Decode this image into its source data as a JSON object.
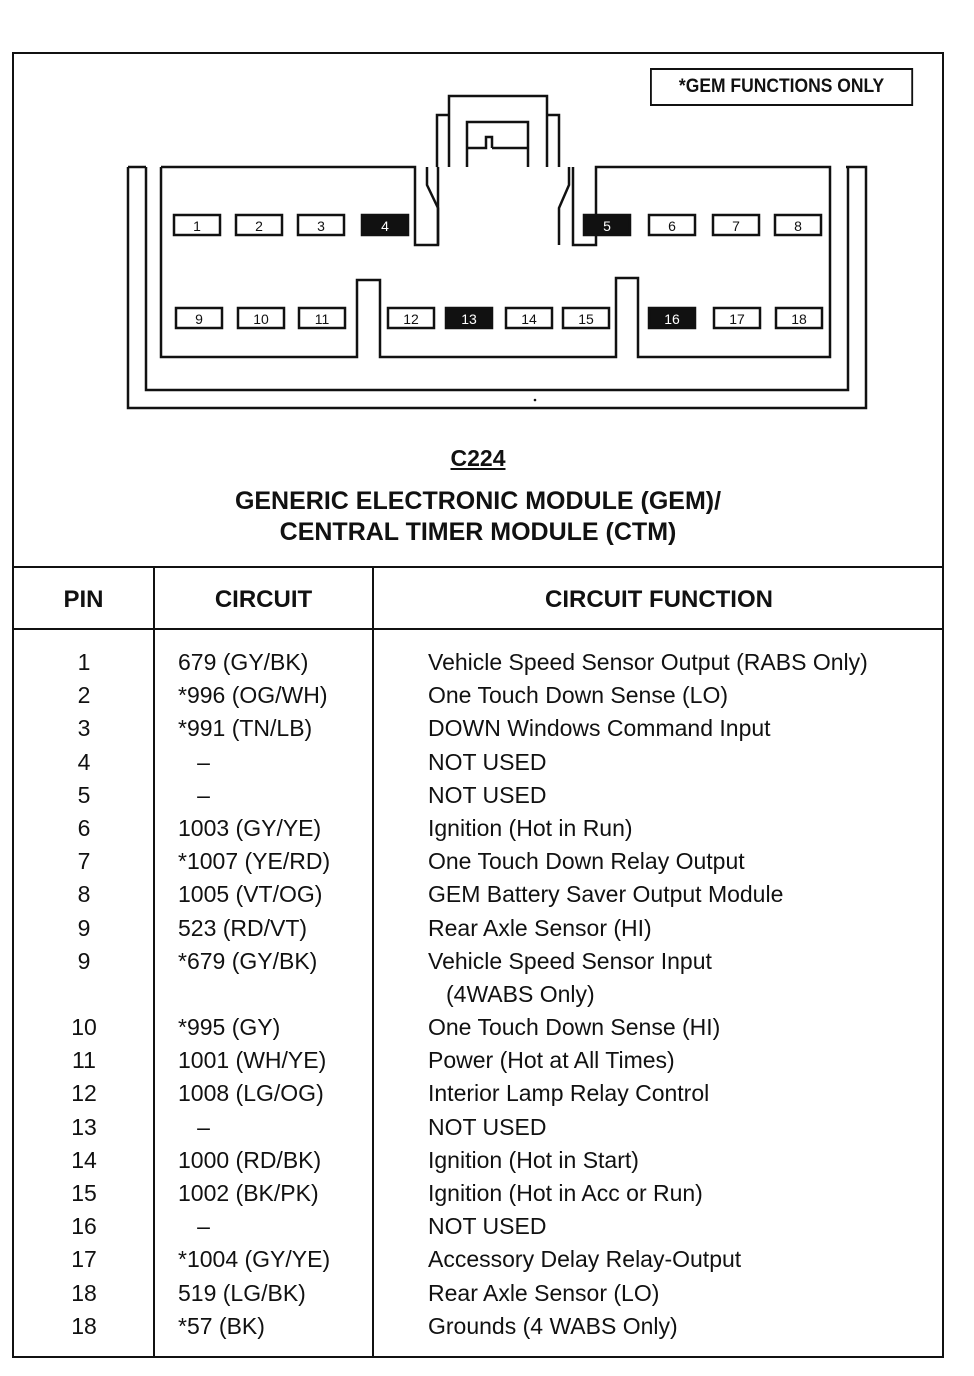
{
  "badge": "*GEM FUNCTIONS ONLY",
  "connector": {
    "id": "C224",
    "title_line1": "GENERIC ELECTRONIC MODULE (GEM)/",
    "title_line2": "CENTRAL TIMER MODULE (CTM)",
    "top_row_pins": [
      {
        "num": "1",
        "filled": false
      },
      {
        "num": "2",
        "filled": false
      },
      {
        "num": "3",
        "filled": false
      },
      {
        "num": "4",
        "filled": true
      },
      {
        "num": "5",
        "filled": true
      },
      {
        "num": "6",
        "filled": false
      },
      {
        "num": "7",
        "filled": false
      },
      {
        "num": "8",
        "filled": false
      }
    ],
    "bottom_row_pins": [
      {
        "num": "9",
        "filled": false
      },
      {
        "num": "10",
        "filled": false
      },
      {
        "num": "11",
        "filled": false
      },
      {
        "num": "12",
        "filled": false
      },
      {
        "num": "13",
        "filled": true
      },
      {
        "num": "14",
        "filled": false
      },
      {
        "num": "15",
        "filled": false
      },
      {
        "num": "16",
        "filled": true
      },
      {
        "num": "17",
        "filled": false
      },
      {
        "num": "18",
        "filled": false
      }
    ]
  },
  "table": {
    "headers": {
      "pin": "PIN",
      "circuit": "CIRCUIT",
      "function": "CIRCUIT FUNCTION"
    },
    "rows": [
      {
        "pin": "1",
        "circuit": "679 (GY/BK)",
        "function": "Vehicle Speed Sensor Output (RABS Only)"
      },
      {
        "pin": "2",
        "circuit": "*996 (OG/WH)",
        "function": "One Touch Down Sense (LO)"
      },
      {
        "pin": "3",
        "circuit": "*991 (TN/LB)",
        "function": "DOWN Windows Command Input"
      },
      {
        "pin": "4",
        "circuit": "   –",
        "function": "NOT USED"
      },
      {
        "pin": "5",
        "circuit": "   –",
        "function": "NOT USED"
      },
      {
        "pin": "6",
        "circuit": "1003 (GY/YE)",
        "function": "Ignition (Hot in Run)"
      },
      {
        "pin": "7",
        "circuit": "*1007 (YE/RD)",
        "function": "One Touch Down Relay Output"
      },
      {
        "pin": "8",
        "circuit": "1005 (VT/OG)",
        "function": "GEM Battery Saver Output Module"
      },
      {
        "pin": "9",
        "circuit": "523 (RD/VT)",
        "function": "Rear Axle Sensor (HI)"
      },
      {
        "pin": "9",
        "circuit": "*679 (GY/BK)",
        "function": "Vehicle Speed Sensor Input"
      },
      {
        "pin": "",
        "circuit": "",
        "function": "(4WABS Only)",
        "continuation": true
      },
      {
        "pin": "10",
        "circuit": "*995 (GY)",
        "function": "One Touch Down Sense (HI)"
      },
      {
        "pin": "11",
        "circuit": "1001 (WH/YE)",
        "function": "Power (Hot at All Times)"
      },
      {
        "pin": "12",
        "circuit": "1008 (LG/OG)",
        "function": "Interior Lamp Relay Control"
      },
      {
        "pin": "13",
        "circuit": "   –",
        "function": "NOT USED"
      },
      {
        "pin": "14",
        "circuit": "1000 (RD/BK)",
        "function": "Ignition (Hot in Start)"
      },
      {
        "pin": "15",
        "circuit": "1002 (BK/PK)",
        "function": "Ignition (Hot in Acc or Run)"
      },
      {
        "pin": "16",
        "circuit": "   –",
        "function": "NOT USED"
      },
      {
        "pin": "17",
        "circuit": "*1004 (GY/YE)",
        "function": "Accessory Delay Relay-Output"
      },
      {
        "pin": "18",
        "circuit": "519 (LG/BK)",
        "function": "Rear Axle Sensor (LO)"
      },
      {
        "pin": "18",
        "circuit": "*57 (BK)",
        "function": "Grounds (4 WABS Only)"
      }
    ]
  }
}
